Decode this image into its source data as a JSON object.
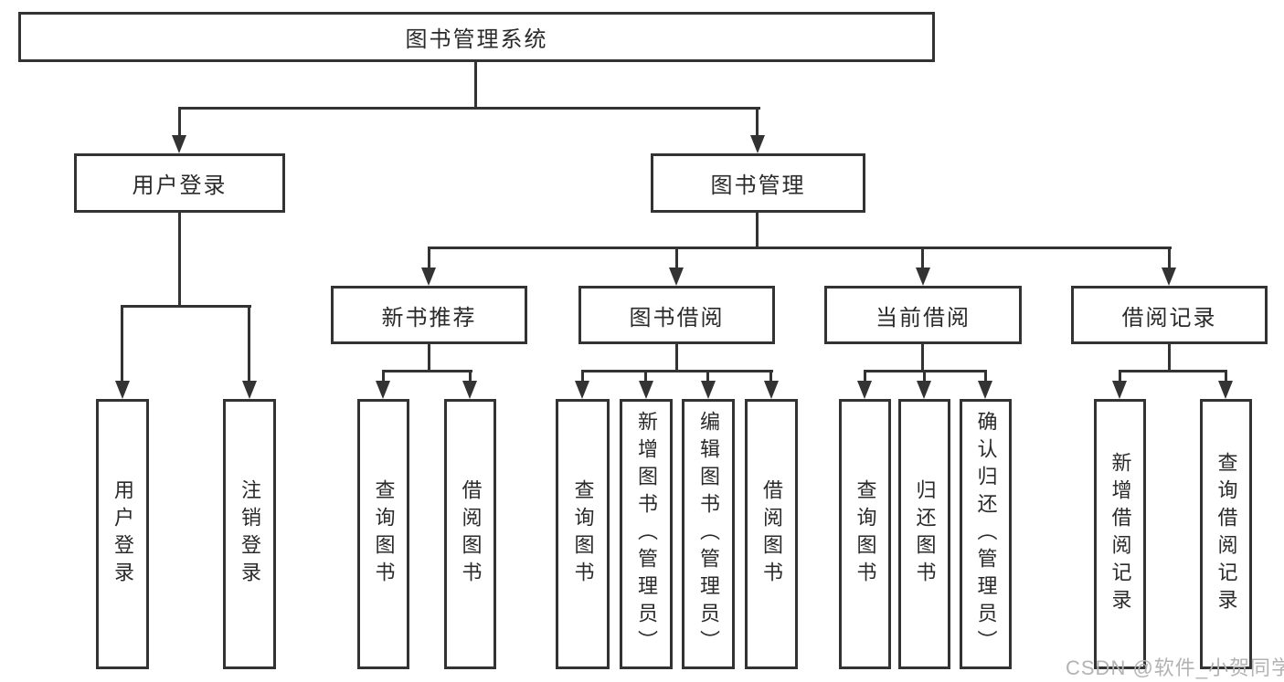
{
  "diagram": {
    "title": "图书管理系统",
    "watermark": "CSDN @软件_小贺同学",
    "nodes": {
      "user_login": "用户登录",
      "book_mgmt": "图书管理",
      "login_leaf": "用户登录",
      "logout_leaf": "注销登录",
      "new_rec": "新书推荐",
      "borrow": "图书借阅",
      "current": "当前借阅",
      "records": "借阅记录",
      "nr_query": "查询图书",
      "nr_borrow": "借阅图书",
      "bw_query": "查询图书",
      "bw_add": "新增图书（管理员）",
      "bw_edit": "编辑图书（管理员）",
      "bw_borrow": "借阅图书",
      "cu_query": "查询图书",
      "cu_return": "归还图书",
      "cu_confirm": "确认归还（管理员）",
      "rc_add": "新增借阅记录",
      "rc_query": "查询借阅记录"
    },
    "colors": {
      "line": "#333333",
      "text": "#2a2a2a",
      "watermark": "#b3b3b3",
      "background": "#ffffff"
    }
  }
}
